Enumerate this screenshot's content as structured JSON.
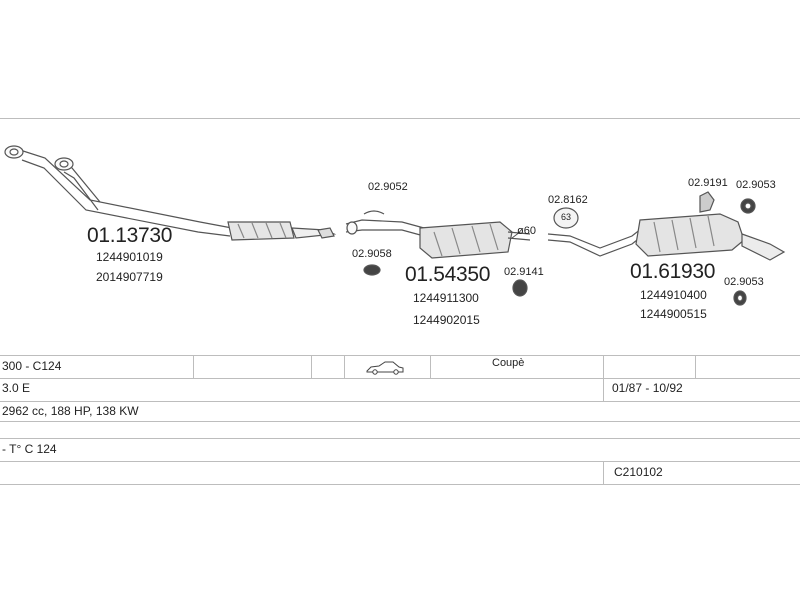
{
  "parts": {
    "front_pipe": {
      "part_no": "01.13730",
      "oem_1": "1244901019",
      "oem_2": "2014907719"
    },
    "middle_silencer": {
      "part_no": "01.54350",
      "oem_1": "1244911300",
      "oem_2": "1244902015"
    },
    "rear_silencer": {
      "part_no": "01.61930",
      "oem_1": "1244910400",
      "oem_2": "1244900515"
    },
    "clamp_1": "02.9052",
    "clamp_2": "02.9058",
    "hanger_1": "02.8162",
    "hanger_1_badge": "63",
    "clamp_3": "02.9141",
    "diameter": "ø60",
    "mount_1": "02.9191",
    "mount_2": "02.9053",
    "mount_3": "02.9053"
  },
  "table": {
    "model": "300 - C124",
    "body_type": "Coupè",
    "engine": "3.0 E",
    "period": "01/87 - 10/92",
    "specs": "2962 cc, 188 HP, 138 KW",
    "type": "- T° C 124",
    "code": "C210102",
    "car_icon": "coupe-car-icon"
  },
  "colors": {
    "line": "#555555",
    "fill": "#e8e8e8",
    "rule": "#bdbdbd"
  }
}
